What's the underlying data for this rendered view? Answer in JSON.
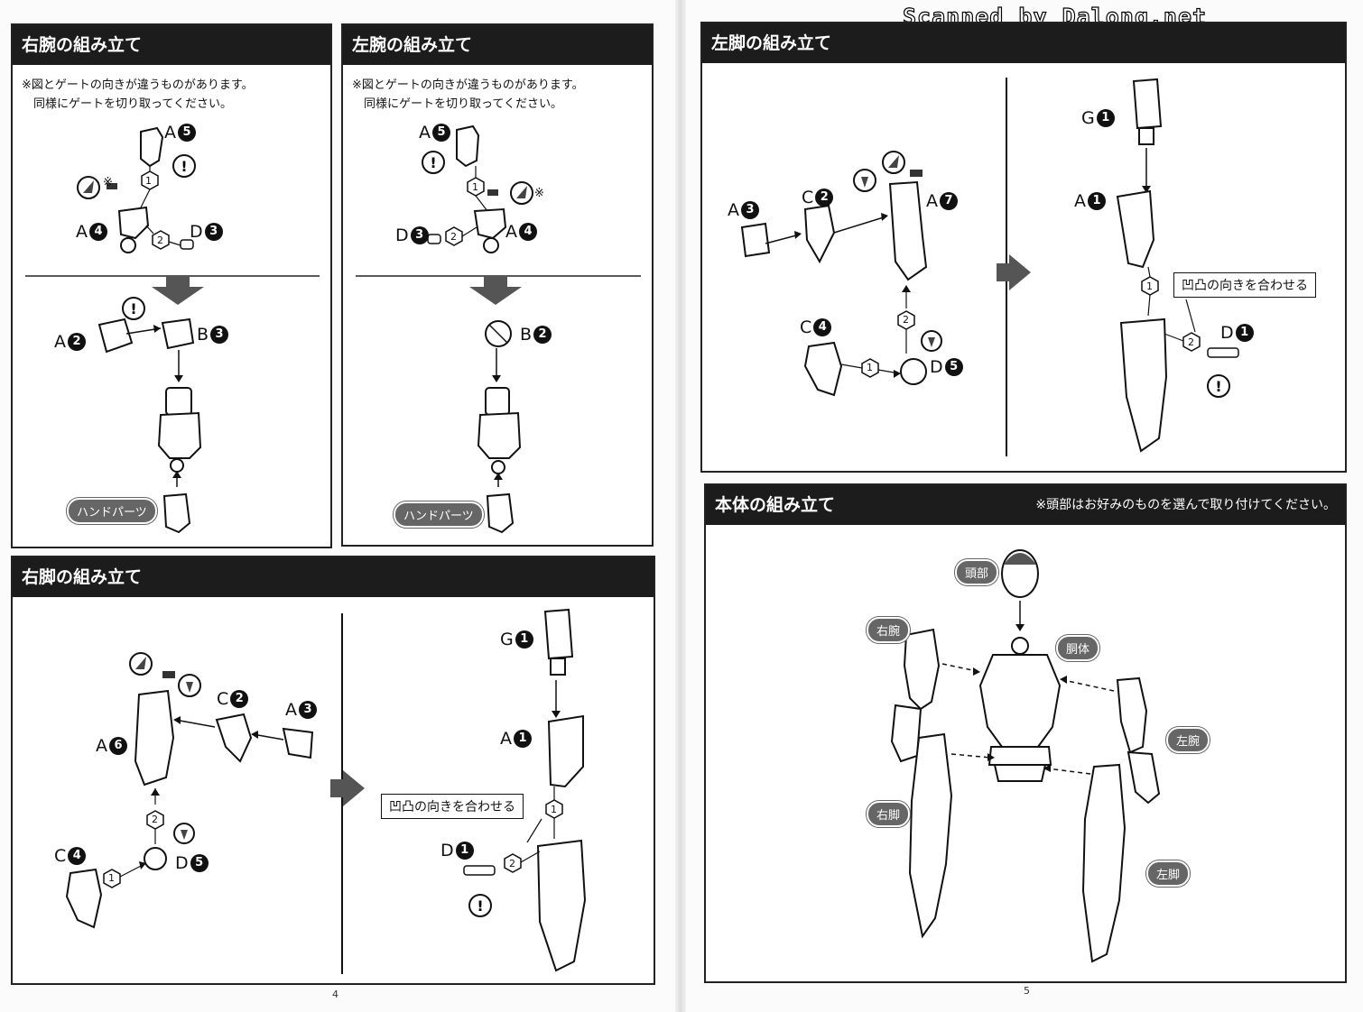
{
  "watermark": "Scanned by Dalong.net",
  "pages": {
    "left_number": "4",
    "right_number": "5"
  },
  "right_arm": {
    "title": "右腕の組み立て",
    "note": "※図とゲートの向きが違うものがあります。\n　同様にゲートを切り取ってください。",
    "labels": [
      "A",
      "A",
      "D",
      "A",
      "B"
    ],
    "nums": [
      "5",
      "4",
      "3",
      "2",
      "3"
    ],
    "hand_label": "ハンドパーツ",
    "step_1": "1",
    "step_2": "2",
    "asterisk": "※"
  },
  "left_arm": {
    "title": "左腕の組み立て",
    "note": "※図とゲートの向きが違うものがあります。\n　同様にゲートを切り取ってください。",
    "labels": [
      "A",
      "D",
      "A",
      "B"
    ],
    "nums": [
      "5",
      "3",
      "4",
      "2"
    ],
    "hand_label": "ハンドパーツ",
    "step_1": "1",
    "step_2": "2",
    "asterisk": "※"
  },
  "right_leg": {
    "title": "右脚の組み立て",
    "labels": [
      "C",
      "A",
      "A",
      "C",
      "D",
      "G",
      "A",
      "D"
    ],
    "nums": [
      "2",
      "3",
      "6",
      "4",
      "5",
      "1",
      "1",
      "1"
    ],
    "callout": "凹凸の向きを合わせる",
    "step_1": "1",
    "step_2": "2"
  },
  "left_leg": {
    "title": "左脚の組み立て",
    "labels": [
      "A",
      "C",
      "A",
      "C",
      "D",
      "G",
      "A",
      "D"
    ],
    "nums": [
      "3",
      "2",
      "7",
      "4",
      "5",
      "1",
      "1",
      "1"
    ],
    "callout": "凹凸の向きを合わせる",
    "step_1": "1",
    "step_2": "2"
  },
  "body": {
    "title": "本体の組み立て",
    "note": "※頭部はお好みのものを選んで取り付けてください。",
    "parts": {
      "head": "頭部",
      "torso": "胴体",
      "right_arm": "右腕",
      "left_arm": "左腕",
      "right_leg": "右脚",
      "left_leg": "左脚"
    }
  }
}
